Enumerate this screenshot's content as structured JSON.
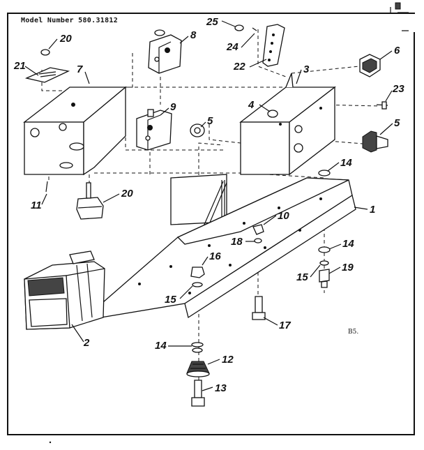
{
  "diagram": {
    "model_label": "Model Number 580.31812",
    "page_note": "B5.",
    "callouts": {
      "c1": "1",
      "c2": "2",
      "c3": "3",
      "c4": "4",
      "c5a": "5",
      "c5b": "5",
      "c6": "6",
      "c7": "7",
      "c8": "8",
      "c9": "9",
      "c10": "10",
      "c11": "11",
      "c12": "12",
      "c13": "13",
      "c14a": "14",
      "c14b": "14",
      "c14c": "14",
      "c15a": "15",
      "c15b": "15",
      "c16": "16",
      "c17": "17",
      "c18": "18",
      "c19": "19",
      "c20a": "20",
      "c20b": "20",
      "c21": "21",
      "c22": "22",
      "c23": "23",
      "c24": "24",
      "c25": "25"
    }
  }
}
